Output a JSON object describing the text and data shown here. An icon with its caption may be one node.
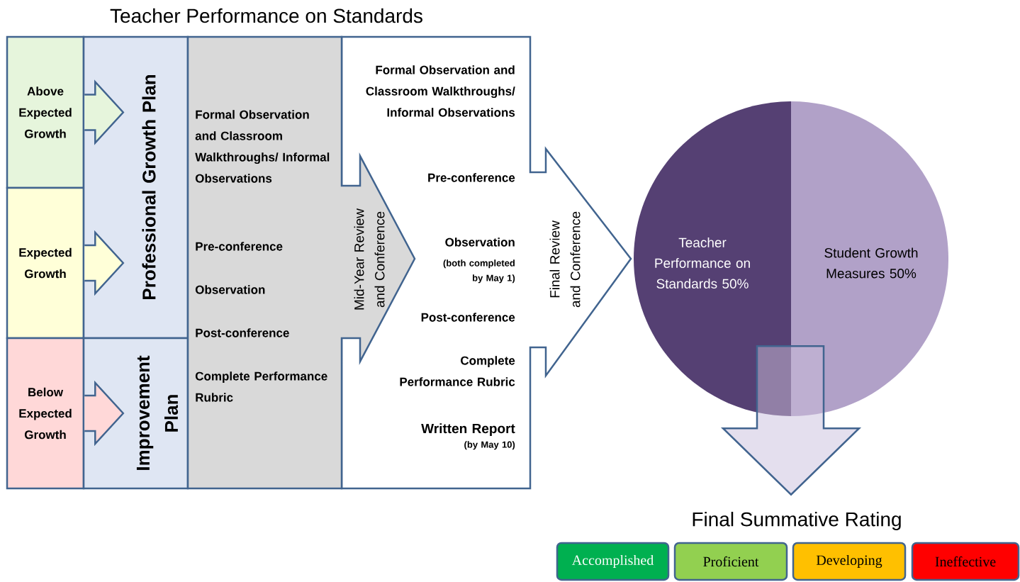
{
  "diagram": {
    "title": "Teacher Performance on Standards",
    "nodes": [
      {
        "text": [
          "Above Expected Growth"
        ]
      },
      {
        "text": [
          "Expected Growth"
        ]
      },
      {
        "text": [
          "Below Expected Growth"
        ]
      },
      {
        "text": [
          "Professional Growth Plan"
        ]
      },
      {
        "text": [
          "Improvement Plan"
        ]
      },
      {
        "text": [
          "Formal Observation and Classroom Walkthroughs/ Informal Observations",
          "Pre-conference",
          "Observation",
          "Post-conference",
          "Complete Performance Rubric",
          "Mid-Year Review and Conference"
        ]
      },
      {
        "text": [
          "Formal Observation and Classroom Walkthroughs/ Informal Observations",
          "Pre-conference",
          "Observation",
          "(both completed by May 1)",
          "Post-conference",
          "Complete Performance Rubric",
          "Written Report",
          "(by May 10)",
          "Final Review and Conference"
        ]
      },
      {
        "text": [
          "Teacher Performance on Standards 50%",
          "Student Growth Measures 50%"
        ]
      },
      {
        "text": [
          "Final Summative Rating"
        ]
      },
      {
        "text": [
          "Accomplished"
        ]
      },
      {
        "text": [
          "Proficient"
        ]
      },
      {
        "text": [
          "Developing"
        ]
      },
      {
        "text": [
          "Ineffective"
        ]
      }
    ],
    "edges": [
      {
        "from": 0,
        "to": 3,
        "arrow": "to"
      },
      {
        "from": 1,
        "to": 3,
        "arrow": "to"
      },
      {
        "from": 2,
        "to": 4,
        "arrow": "to"
      },
      {
        "from": 7,
        "to": 8,
        "arrow": "to"
      }
    ]
  }
}
